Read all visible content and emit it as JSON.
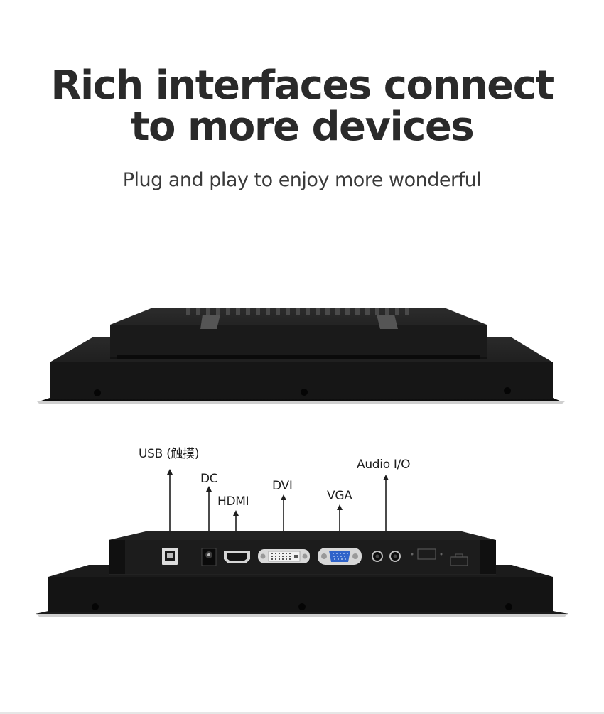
{
  "headline": {
    "line1": "Rich interfaces connect",
    "line2": "to more devices"
  },
  "subtitle": "Plug and play to enjoy more wonderful",
  "ports": {
    "usb": "USB (触摸)",
    "dc": "DC",
    "hdmi": "HDMI",
    "dvi": "DVI",
    "vga": "VGA",
    "audio": "Audio I/O"
  },
  "colors": {
    "chassis": "#151515",
    "panel": "#1f1f1f",
    "vga_blue": "#2f63c9",
    "silver": "#cfcfcf"
  }
}
